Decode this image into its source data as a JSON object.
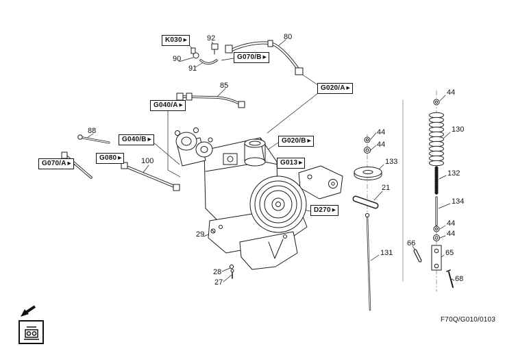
{
  "page": {
    "figure_code": "F70Q/G010/0103",
    "background": "#ffffff",
    "line_color": "#1a1a1a"
  },
  "icons": {
    "ref_marker": "▶"
  },
  "refs": [
    {
      "label": "K030"
    },
    {
      "label": "G070/B"
    },
    {
      "label": "G020/A"
    },
    {
      "label": "G040/A"
    },
    {
      "label": "G040/B"
    },
    {
      "label": "G070/A"
    },
    {
      "label": "G080"
    },
    {
      "label": "G020/B"
    },
    {
      "label": "G013"
    },
    {
      "label": "D270"
    }
  ],
  "callouts": [
    {
      "num": "92"
    },
    {
      "num": "80"
    },
    {
      "num": "90"
    },
    {
      "num": "91"
    },
    {
      "num": "85"
    },
    {
      "num": "88"
    },
    {
      "num": "100"
    },
    {
      "num": "29"
    },
    {
      "num": "28"
    },
    {
      "num": "27"
    },
    {
      "num": "44"
    },
    {
      "num": "44"
    },
    {
      "num": "133"
    },
    {
      "num": "21"
    },
    {
      "num": "131"
    },
    {
      "num": "44"
    },
    {
      "num": "130"
    },
    {
      "num": "132"
    },
    {
      "num": "134"
    },
    {
      "num": "44"
    },
    {
      "num": "44"
    },
    {
      "num": "66"
    },
    {
      "num": "65"
    },
    {
      "num": "68"
    }
  ]
}
